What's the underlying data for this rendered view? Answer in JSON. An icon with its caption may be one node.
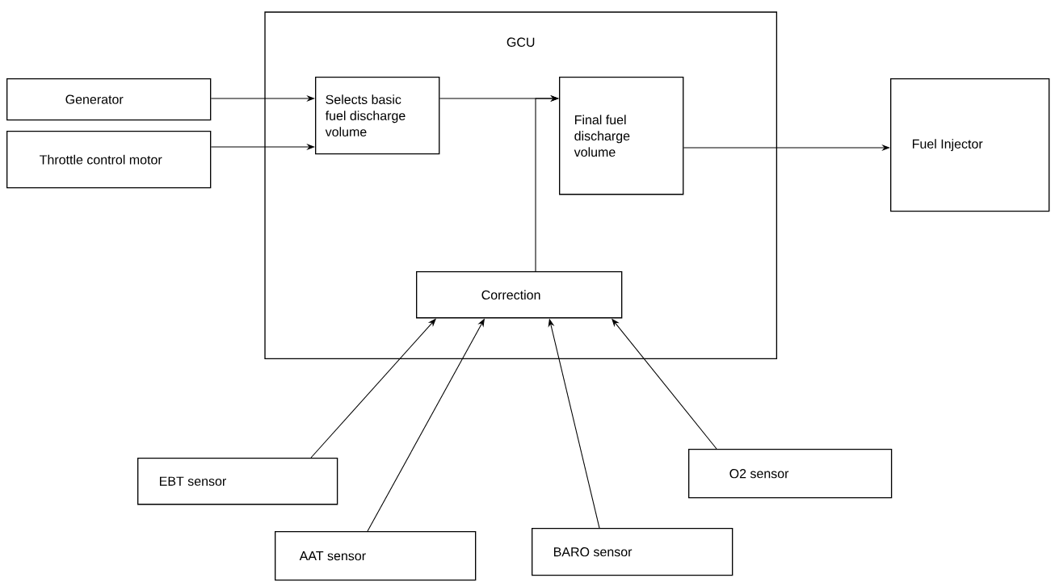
{
  "diagram": {
    "nodes": [
      {
        "text": [
          "GCU"
        ]
      },
      {
        "text": [
          "Generator"
        ]
      },
      {
        "text": [
          "Throttle control motor"
        ]
      },
      {
        "text": [
          "Selects basic fuel discharge volume"
        ],
        "in": 0
      },
      {
        "text": [
          "Final fuel discharge volume"
        ],
        "in": 0
      },
      {
        "text": [
          "Fuel Injector"
        ]
      },
      {
        "text": [
          "Correction"
        ],
        "in": 0
      },
      {
        "text": [
          "EBT sensor"
        ]
      },
      {
        "text": [
          "AAT sensor"
        ]
      },
      {
        "text": [
          "BARO sensor"
        ]
      },
      {
        "text": [
          "O2 sensor"
        ]
      }
    ],
    "edges": [
      {
        "from": 1,
        "to": 3,
        "arrow": "to"
      },
      {
        "from": 2,
        "to": 3,
        "arrow": "to"
      },
      {
        "from": 3,
        "to": 4,
        "arrow": "to"
      },
      {
        "from": 4,
        "to": 5,
        "arrow": "to"
      },
      {
        "from": 6,
        "to": 4,
        "arrow": "to"
      },
      {
        "from": 7,
        "to": 6,
        "arrow": "to"
      },
      {
        "from": 8,
        "to": 6,
        "arrow": "to"
      },
      {
        "from": 9,
        "to": 6,
        "arrow": "to"
      },
      {
        "from": 10,
        "to": 6,
        "arrow": "to"
      }
    ]
  }
}
